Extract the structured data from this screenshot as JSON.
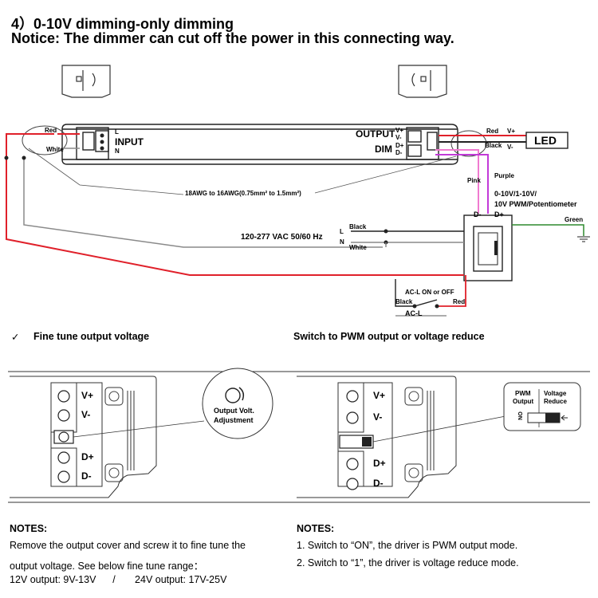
{
  "header": {
    "title": "4）0-10V dimming-only dimming",
    "notice": "Notice: The dimmer can cut off the power in this connecting way."
  },
  "wiring": {
    "input_label": "INPUT",
    "input_l": "L",
    "input_n": "N",
    "output_label": "OUTPUT",
    "dim_label": "DIM",
    "out_vp": "V+",
    "out_vm": "V-",
    "dim_dp": "D+",
    "dim_dm": "D-",
    "red_left": "Red",
    "white_left": "White",
    "red_right": "Red",
    "black_right": "Black",
    "vplus_right": "V+",
    "vminus_right": "V-",
    "led": "LED",
    "pink": "Pink",
    "purple": "Purple",
    "dimmer_type_1": "0-10V/1-10V/",
    "dimmer_type_2": "10V PWM/Potentiometer",
    "dimmer_dminus": "D-",
    "dimmer_dplus": "D+",
    "green": "Green",
    "wire_gauge": "18AWG to 16AWG(0.75mm² to 1.5mm²)",
    "mains": "120-277 VAC  50/60 Hz",
    "mains_l": "L",
    "mains_n": "N",
    "black_mid": "Black",
    "white_mid": "White",
    "acl_switch": "AC-L ON or OFF",
    "black_bottom": "Black",
    "red_bottom": "Red",
    "acl": "AC-L"
  },
  "left_panel": {
    "check": "✓",
    "heading": "Fine tune output voltage",
    "vplus": "V+",
    "vminus": "V-",
    "dplus": "D+",
    "dminus": "D-",
    "adjust_1": "Output Volt.",
    "adjust_2": "Adjustment",
    "notes_title": "NOTES:",
    "notes_line1": "Remove the output cover and screw it to fine tune the",
    "notes_line2": "output voltage. See below fine tune range：",
    "notes_line3": "12V output: 9V-13V      /       24V output: 17V-25V"
  },
  "right_panel": {
    "heading": "Switch to PWM output or voltage reduce",
    "vplus": "V+",
    "vminus": "V-",
    "dplus": "D+",
    "dminus": "D-",
    "pwm_1": "PWM",
    "pwm_2": "Output",
    "reduce_1": "Voltage",
    "reduce_2": "Reduce",
    "switch_on": "ON",
    "notes_title": "NOTES:",
    "note1": "1. Switch to “ON”, the driver is PWM output mode.",
    "note2": "2. Switch to “1”, the driver is voltage reduce mode."
  },
  "colors": {
    "red_wire": "#e0202a",
    "pink_wire": "#f07ad0",
    "purple_wire": "#c23ad8",
    "green_wire": "#2e8a2e",
    "gray_wire": "#8a8a8a"
  }
}
